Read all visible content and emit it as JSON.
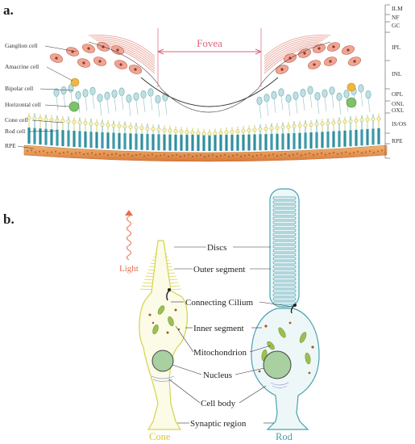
{
  "colors": {
    "fovea": "#e0607a",
    "ganglion": "#e98a72",
    "bipolar": "#8fc0c6",
    "cone": "#d9d75a",
    "rod": "#4aa1ae",
    "rpe": "#e8a060",
    "nucleus": "#a8d0a0",
    "light": "#e07050"
  },
  "panel_a": {
    "letter": "a.",
    "fovea_label": "Fovea",
    "left_labels": [
      "Ganglion cell",
      "Amacrine cell",
      "Bipolar cell",
      "Horizontal cell",
      "Cone cell",
      "Rod cell",
      "RPE"
    ],
    "right_labels": [
      "ILM",
      "NF",
      "GC",
      "IPL",
      "INL",
      "OPL",
      "ONL",
      "OXL",
      "IS/OS",
      "RPE"
    ]
  },
  "panel_b": {
    "letter": "b.",
    "light_label": "Light",
    "cone_label": "Cone",
    "rod_label": "Rod",
    "structure_labels": [
      "Discs",
      "Outer segment",
      "Connecting Cilium",
      "Inner segment",
      "Mitochondrion",
      "Nucleus",
      "Cell body",
      "Synaptic region"
    ]
  }
}
